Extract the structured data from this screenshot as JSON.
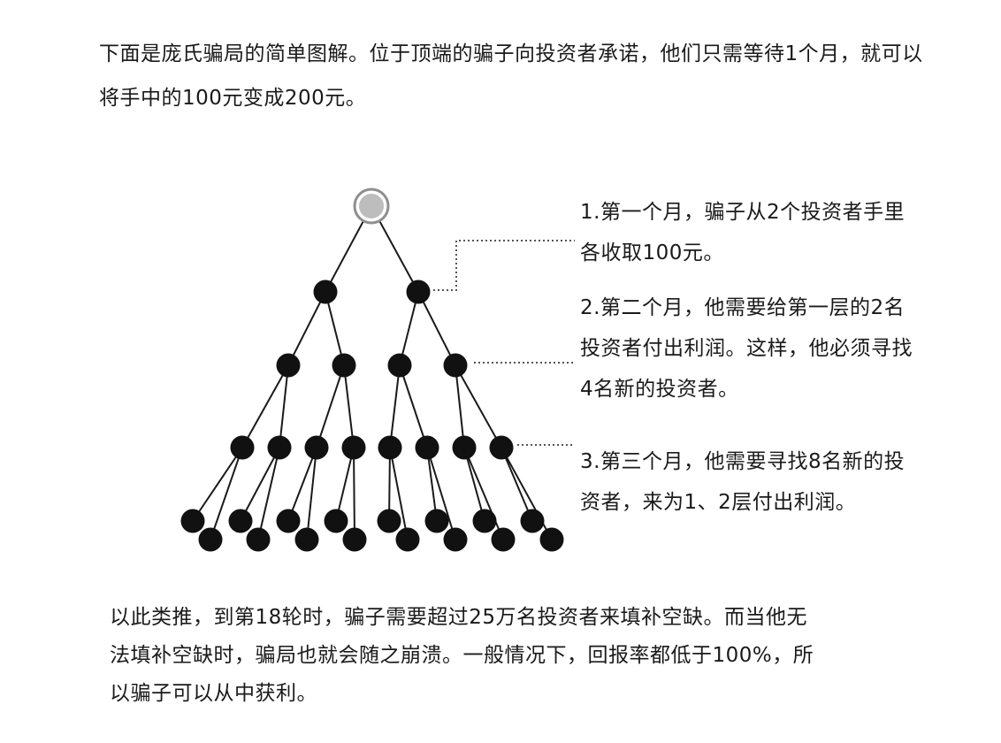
{
  "intro": "下面是庞氏骗局的简单图解。位于顶端的骗子向投资者承诺，他们只需等待1个月，就可以将手中的100元变成200元。",
  "steps": [
    "1.第一个月，骗子从2个投资者手里各收取100元。",
    "2.第二个月，他需要给第一层的2名投资者付出利润。这样，他必须寻找4名新的投资者。",
    "3.第三个月，他需要寻找8名新的投资者，来为1、2层付出利润。"
  ],
  "conclusion": "以此类推，到第18轮时，骗子需要超过25万名投资者来填补空缺。而当他无法填补空缺时，骗局也就会随之崩溃。一般情况下，回报率都低于100%，所以骗子可以从中获利。",
  "diagram": {
    "levels": [
      1,
      2,
      4,
      8,
      16
    ],
    "colors": {
      "node": "#111111",
      "edge": "#1a1a1a",
      "top_node_fill": "#bdbdbd",
      "top_node_ring": "#8f8f8f",
      "leader": "#555555"
    }
  }
}
